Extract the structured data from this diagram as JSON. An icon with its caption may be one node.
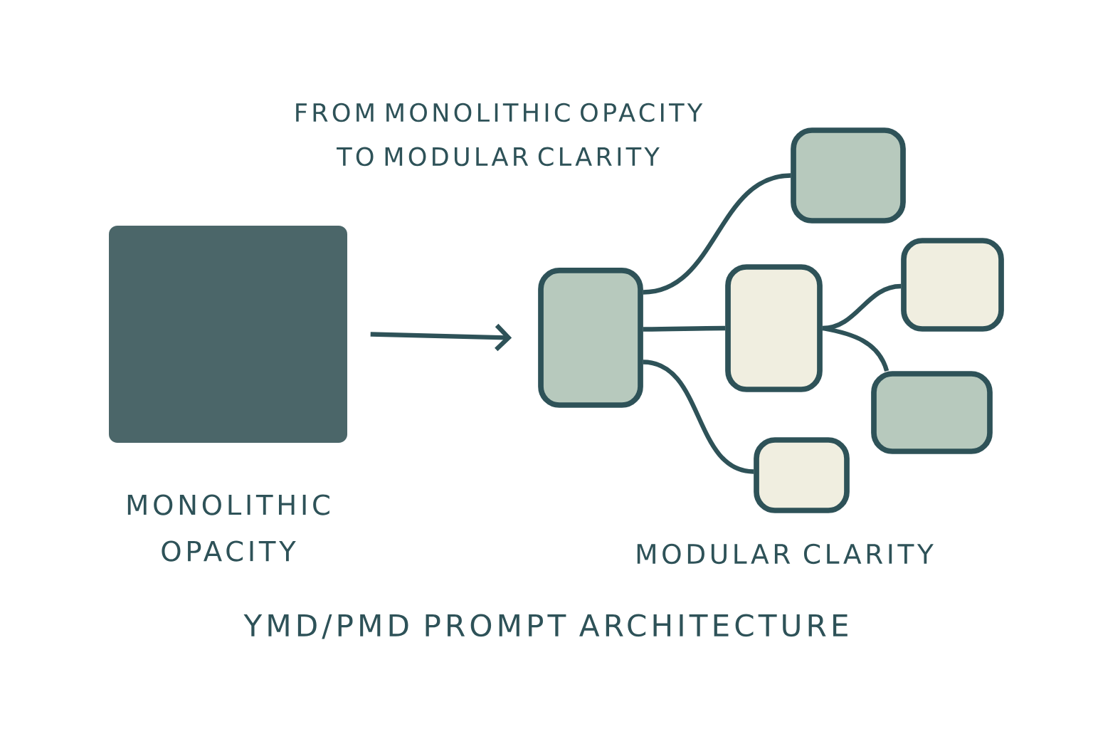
{
  "diagram": {
    "title": "FROM MONOLITHIC OPACITY TO MODULAR CLARITY",
    "caption": "YMD/PMD PROMPT ARCHITECTURE",
    "nodes": [
      {
        "text": [],
        "shape": "box",
        "beside": [
          "MONOLITHIC OPACITY"
        ]
      },
      {
        "text": [],
        "shape": "box"
      },
      {
        "text": [],
        "shape": "box"
      },
      {
        "text": [],
        "shape": "box"
      },
      {
        "text": [],
        "shape": "box"
      },
      {
        "text": [],
        "shape": "box"
      },
      {
        "text": [],
        "shape": "box"
      }
    ],
    "edges": [
      {
        "from": 0,
        "to": 1,
        "arrow": "to"
      },
      {
        "from": 1,
        "to": 4,
        "arrow": "none"
      },
      {
        "from": 1,
        "to": 2,
        "arrow": "none"
      },
      {
        "from": 1,
        "to": 3,
        "arrow": "none"
      },
      {
        "from": 2,
        "to": 6,
        "arrow": "none"
      },
      {
        "from": 2,
        "to": 5,
        "arrow": "none"
      }
    ],
    "labels": [
      "MODULAR CLARITY"
    ]
  }
}
